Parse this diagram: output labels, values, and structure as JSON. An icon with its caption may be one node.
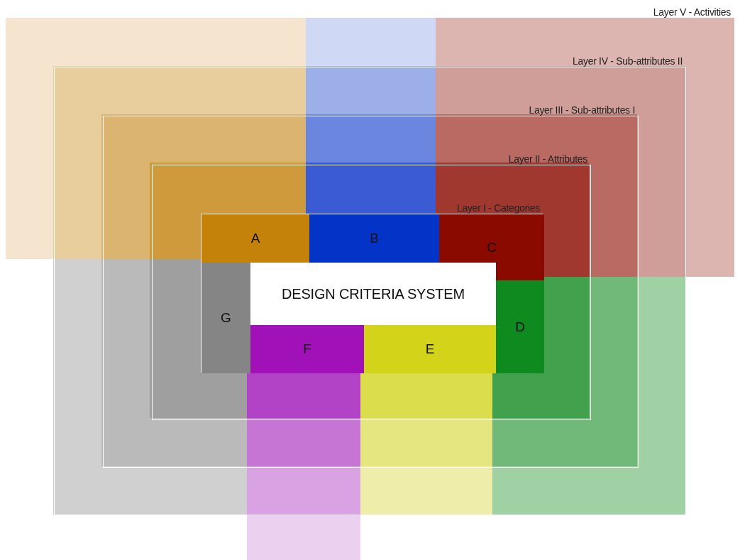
{
  "diagram": {
    "nodes": [
      {
        "text": [
          "Layer V - Activities"
        ]
      },
      {
        "text": [
          "Layer IV - Sub-attributes II"
        ],
        "in": 0
      },
      {
        "text": [
          "Layer III - Sub-attributes I"
        ],
        "in": 1
      },
      {
        "text": [
          "Layer II - Attributes"
        ],
        "in": 2
      },
      {
        "text": [
          "Layer I - Categories"
        ],
        "in": 3
      },
      {
        "text": [
          "DESIGN CRITERIA SYSTEM"
        ],
        "in": 4
      },
      {
        "text": [
          "A"
        ],
        "in": 4
      },
      {
        "text": [
          "B"
        ],
        "in": 4
      },
      {
        "text": [
          "C"
        ],
        "in": 4
      },
      {
        "text": [
          "G"
        ],
        "in": 4
      },
      {
        "text": [
          "D"
        ],
        "in": 4
      },
      {
        "text": [
          "F"
        ],
        "in": 4
      },
      {
        "text": [
          "E"
        ],
        "in": 4
      }
    ],
    "edges": []
  }
}
